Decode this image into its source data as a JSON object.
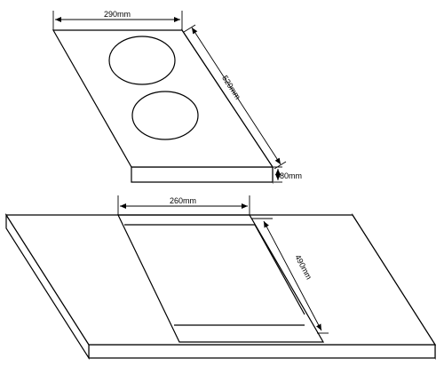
{
  "dimensions": {
    "hob_width": "290mm",
    "hob_depth": "520mm",
    "hob_height": "80mm",
    "cutout_width": "260mm",
    "cutout_depth": "490mm"
  }
}
